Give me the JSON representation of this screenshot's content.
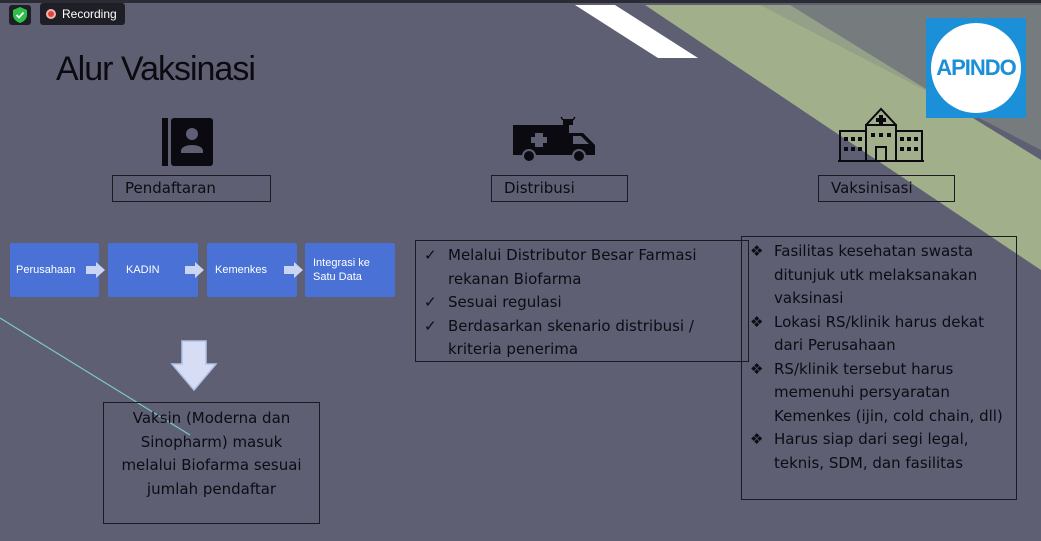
{
  "recording": {
    "label": "Recording"
  },
  "slide": {
    "title": "Alur Vaksinasi",
    "logo_text": "APINDO",
    "sections": {
      "pendaftaran": "Pendaftaran",
      "distribusi": "Distribusi",
      "vaksinisasi": "Vaksinisasi"
    },
    "flow": [
      "Perusahaan",
      "KADIN",
      "Kemenkes",
      "Integrasi ke Satu Data"
    ],
    "vaksin_note": "Vaksin (Moderna dan Sinopharm) masuk melalui Biofarma sesuai jumlah pendaftar",
    "distribusi_items": [
      "Melalui Distributor Besar Farmasi rekanan Biofarma",
      "Sesuai regulasi",
      "Berdasarkan skenario distribusi / kriteria penerima"
    ],
    "vaksinisasi_items": [
      "Fasilitas kesehatan swasta ditunjuk utk melaksanakan vaksinasi",
      "Lokasi RS/klinik harus dekat dari Perusahaan",
      "RS/klinik tersebut harus memenuhi persyaratan Kemenkes (ijin, cold chain, dll)",
      "Harus siap dari segi legal, teknis, SDM, dan fasilitas"
    ],
    "colors": {
      "background": "#5e5f73",
      "flow_box": "#4a72d6",
      "logo_blue": "#1b8fd7"
    }
  }
}
